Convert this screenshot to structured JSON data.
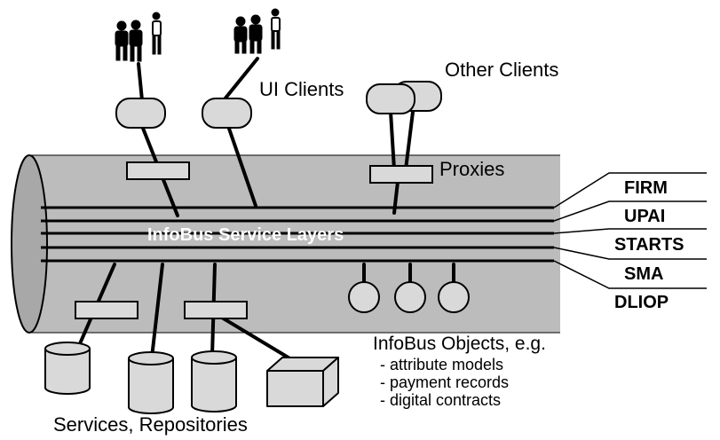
{
  "labels": {
    "ui_clients": "UI Clients",
    "other_clients": "Other Clients",
    "proxies": "Proxies",
    "bus_title": "InfoBus Service Layers",
    "objects_heading": "InfoBus Objects, e.g.",
    "services": "Services, Repositories"
  },
  "object_examples": [
    "- attribute models",
    "- payment records",
    "- digital contracts"
  ],
  "service_layers": [
    "FIRM",
    "UPAI",
    "STARTS",
    "SMA",
    "DLIOP"
  ],
  "colors": {
    "bus_fill": "#bcbcbc",
    "component_fill": "#d9d9d9",
    "bus_title_text": "#ffffff",
    "line": "#000000"
  }
}
